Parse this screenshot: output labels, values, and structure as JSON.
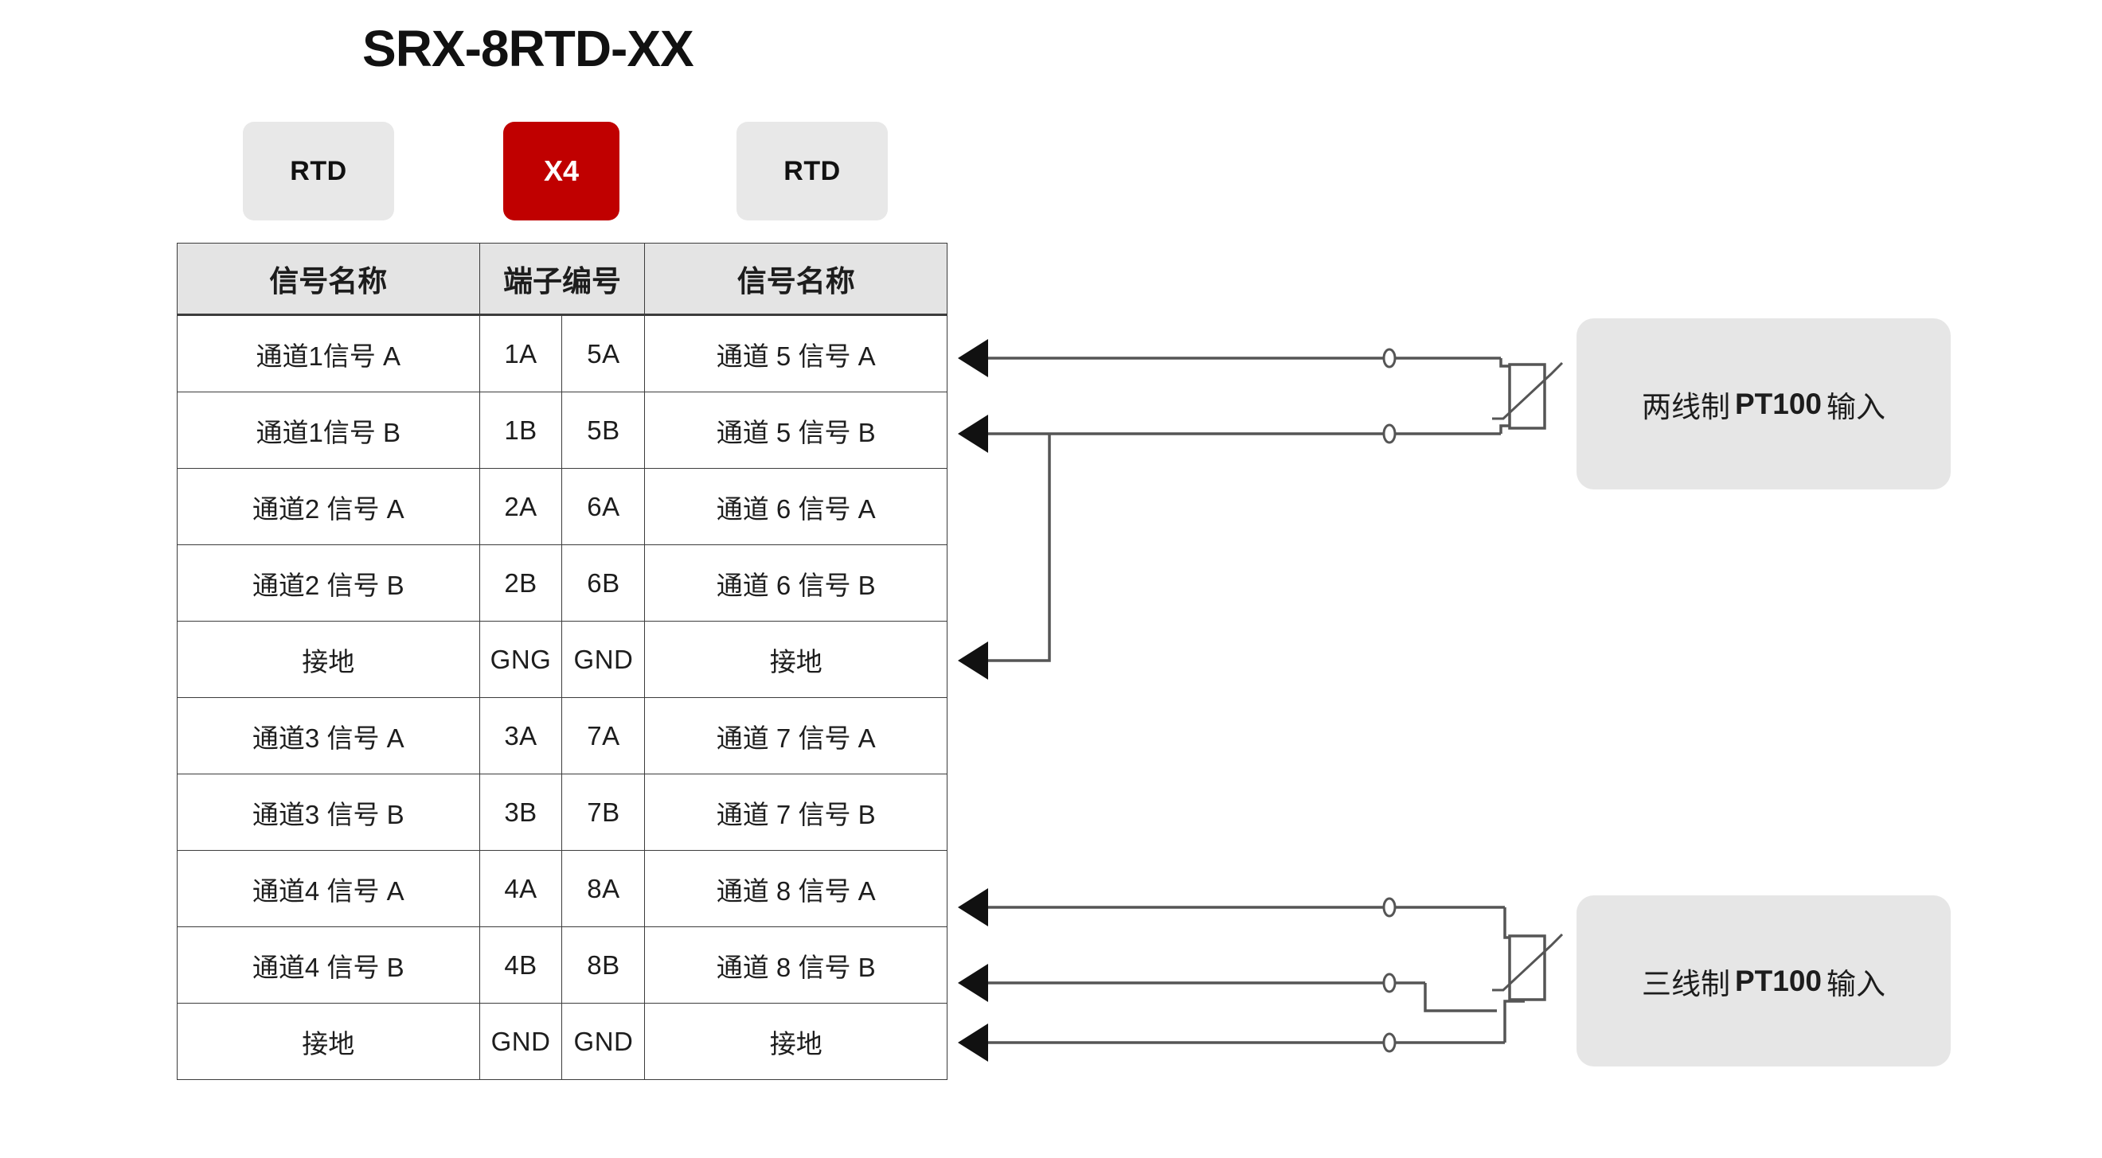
{
  "title": "SRX-8RTD-XX",
  "badges": [
    {
      "name": "rtd-left",
      "label": "RTD",
      "style": "gray",
      "color": "#e8e8e8"
    },
    {
      "name": "x4",
      "label": "X4",
      "style": "red",
      "color": "#c00000"
    },
    {
      "name": "rtd-right",
      "label": "RTD",
      "style": "gray",
      "color": "#e8e8e8"
    }
  ],
  "table": {
    "headers": [
      "信号名称",
      "端子编号",
      "信号名称"
    ],
    "rows": [
      {
        "signal_left": "通道1信号 A",
        "term_left": "1A",
        "term_right": "5A",
        "signal_right": "通道 5 信号 A"
      },
      {
        "signal_left": "通道1信号 B",
        "term_left": "1B",
        "term_right": "5B",
        "signal_right": "通道 5 信号 B"
      },
      {
        "signal_left": "通道2 信号 A",
        "term_left": "2A",
        "term_right": "6A",
        "signal_right": "通道 6 信号 A"
      },
      {
        "signal_left": "通道2 信号 B",
        "term_left": "2B",
        "term_right": "6B",
        "signal_right": "通道 6 信号 B"
      },
      {
        "signal_left": "接地",
        "term_left": "GNG",
        "term_right": "GND",
        "signal_right": "接地"
      },
      {
        "signal_left": "通道3 信号 A",
        "term_left": "3A",
        "term_right": "7A",
        "signal_right": "通道 7 信号 A"
      },
      {
        "signal_left": "通道3 信号 B",
        "term_left": "3B",
        "term_right": "7B",
        "signal_right": "通道 7 信号 B"
      },
      {
        "signal_left": "通道4 信号 A",
        "term_left": "4A",
        "term_right": "8A",
        "signal_right": "通道 8 信号 A"
      },
      {
        "signal_left": "通道4 信号 B",
        "term_left": "4B",
        "term_right": "8B",
        "signal_right": "通道 8 信号 B"
      },
      {
        "signal_left": "接地",
        "term_left": "GND",
        "term_right": "GND",
        "signal_right": "接地"
      }
    ]
  },
  "callouts": [
    {
      "name": "two-wire",
      "prefix": "两线制",
      "emphasis": "PT100",
      "suffix": "输入"
    },
    {
      "name": "three-wire",
      "prefix": "三线制",
      "emphasis": "PT100",
      "suffix": "输入"
    }
  ],
  "colors": {
    "accent_red": "#c00000",
    "badge_gray": "#e8e8e8",
    "header_gray": "#e4e4e4",
    "callout_gray": "#e6e6e6",
    "line": "#555555",
    "border": "#3c3c3c"
  }
}
